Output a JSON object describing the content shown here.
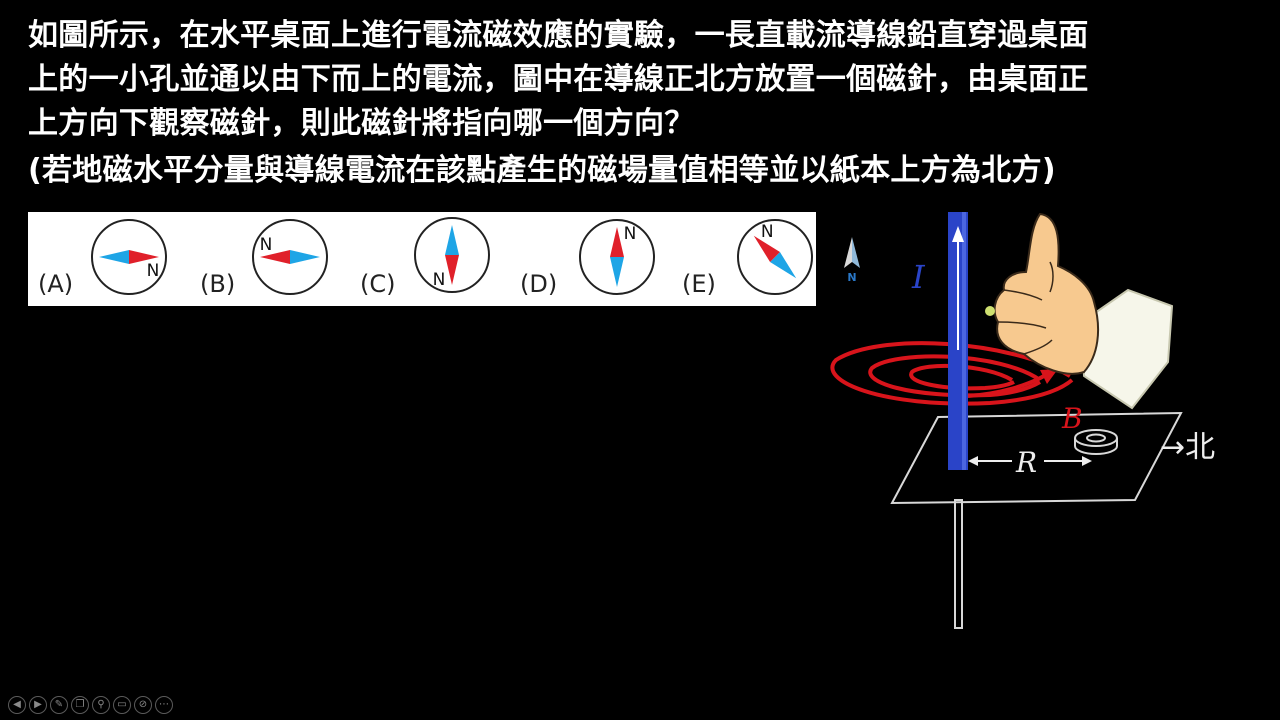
{
  "question": {
    "line1": "如圖所示，在水平桌面上進行電流磁效應的實驗，一長直載流導線鉛直穿過桌面",
    "line2": "上的一小孔並通以由下而上的電流，圖中在導線正北方放置一個磁針，由桌面正",
    "line3": "上方向下觀察磁針，則此磁針將指向哪一個方向？",
    "note": "(若地磁水平分量與導線電流在該點產生的磁場量值相等並以紙本上方為北方)"
  },
  "options": [
    {
      "label": "(A)",
      "needle_angle_deg": 90
    },
    {
      "label": "(B)",
      "needle_angle_deg": 270
    },
    {
      "label": "(C)",
      "needle_angle_deg": 180
    },
    {
      "label": "(D)",
      "needle_angle_deg": 0
    },
    {
      "label": "(E)",
      "needle_angle_deg": 315
    }
  ],
  "compass_n_letter": "N",
  "diagram": {
    "current_label": "I",
    "field_label": "B",
    "distance_label": "R",
    "north_label": "→北",
    "north_marker_letter": "N"
  },
  "toolbar_icons": [
    "prev-icon",
    "next-icon",
    "pen-icon",
    "copy-icon",
    "zoom-icon",
    "subtitle-icon",
    "hide-icon",
    "more-icon"
  ],
  "colors": {
    "needle_north": "#e0202a",
    "needle_south": "#1ea5e6",
    "wire": "#2a44c8",
    "field_lines": "#d8141b"
  }
}
